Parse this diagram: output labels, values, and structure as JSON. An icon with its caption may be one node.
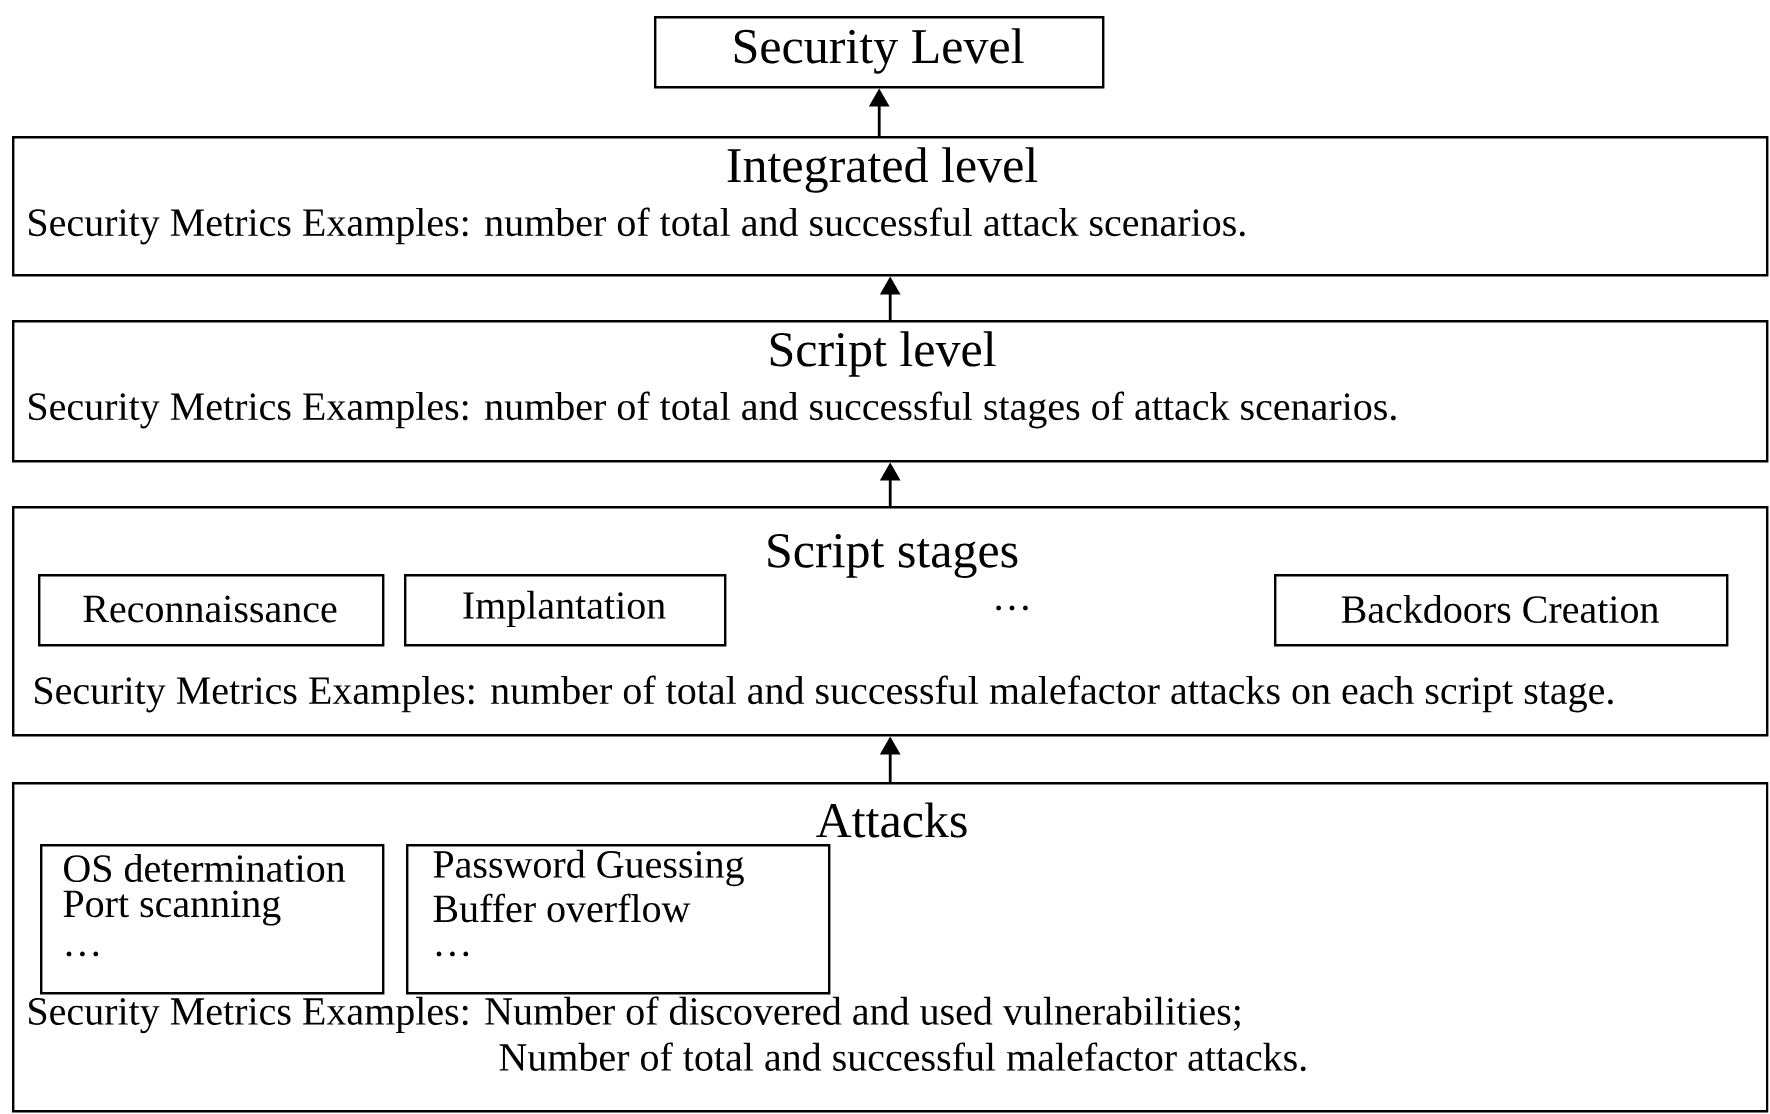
{
  "diagram": {
    "nodes": [
      {
        "text": [
          "Security Level"
        ]
      },
      {
        "text": [
          "Integrated level",
          "Security Metrics Examples: number of total and successful attack scenarios."
        ]
      },
      {
        "text": [
          "Script level",
          "Security Metrics Examples: number of total and successful stages of attack scenarios."
        ]
      },
      {
        "text": [
          "Script stages",
          "…",
          "Security Metrics Examples: number of total and successful malefactor attacks on each script stage."
        ]
      },
      {
        "text": [
          "Reconnaissance"
        ],
        "in": 3
      },
      {
        "text": [
          "Implantation"
        ],
        "in": 3
      },
      {
        "text": [
          "Backdoors Creation"
        ],
        "in": 3
      },
      {
        "text": [
          "Attacks",
          "Security Metrics Examples: Number of discovered and used vulnerabilities; Number of total and successful malefactor attacks."
        ]
      },
      {
        "text": [
          "OS determination",
          "Port scanning",
          "…"
        ],
        "in": 7
      },
      {
        "text": [
          "Password Guessing",
          "Buffer overflow",
          "…"
        ],
        "in": 7
      }
    ],
    "edges": [
      {
        "from": 1,
        "to": 0,
        "arrow": "to"
      },
      {
        "from": 2,
        "to": 1,
        "arrow": "to"
      },
      {
        "from": 3,
        "to": 2,
        "arrow": "to"
      },
      {
        "from": 7,
        "to": 3,
        "arrow": "to"
      }
    ]
  }
}
